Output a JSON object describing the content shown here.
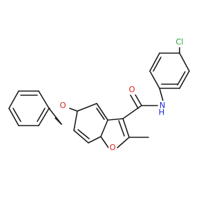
{
  "colors": {
    "bond": "#1a1a1a",
    "oxygen": "#e0231e",
    "nitrogen": "#1f2bd6",
    "chlorine": "#2aa33a",
    "background": "#ffffff"
  },
  "atoms": {
    "chlorine": {
      "symbol": "Cl"
    },
    "amide_nitrogen": {
      "symbol": "N"
    },
    "amide_hydrogen": {
      "symbol": "H"
    },
    "carbonyl_oxygen": {
      "symbol": "O"
    },
    "ether_oxygen": {
      "symbol": "O"
    },
    "furan_oxygen": {
      "symbol": "O"
    }
  }
}
